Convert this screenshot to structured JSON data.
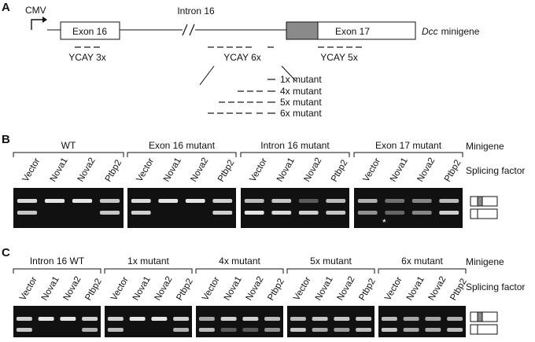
{
  "panel_a": {
    "label": "A",
    "promoter": "CMV",
    "exon_left": "Exon 16",
    "intron": "Intron 16",
    "exon_right": "Exon 17",
    "minigene_gene": "Dcc",
    "minigene_word": "minigene",
    "ycay_left": "YCAY 3x",
    "ycay_mid": "YCAY 6x",
    "ycay_right": "YCAY 5x",
    "mutants": [
      "1x mutant",
      "4x mutant",
      "5x mutant",
      "6x mutant"
    ]
  },
  "panel_b": {
    "label": "B",
    "row_minigene": "Minigene",
    "row_factor": "Splicing factor",
    "groups": [
      "WT",
      "Exon 16 mutant",
      "Intron 16 mutant",
      "Exon 17 mutant"
    ],
    "lanes": [
      "Vector",
      "Nova1",
      "Nova2",
      "Ptbp2"
    ],
    "asterisk": "*"
  },
  "panel_c": {
    "label": "C",
    "row_minigene": "Minigene",
    "row_factor": "Splicing factor",
    "groups": [
      "Intron 16 WT",
      "1x mutant",
      "4x mutant",
      "5x mutant",
      "6x mutant"
    ],
    "lanes": [
      "Vector",
      "Nova1",
      "Nova2",
      "Ptbp2"
    ]
  },
  "colors": {
    "gel_background": "#111111",
    "band": "#e6e6e6",
    "alt_exon_fill": "#8a8a8a"
  }
}
